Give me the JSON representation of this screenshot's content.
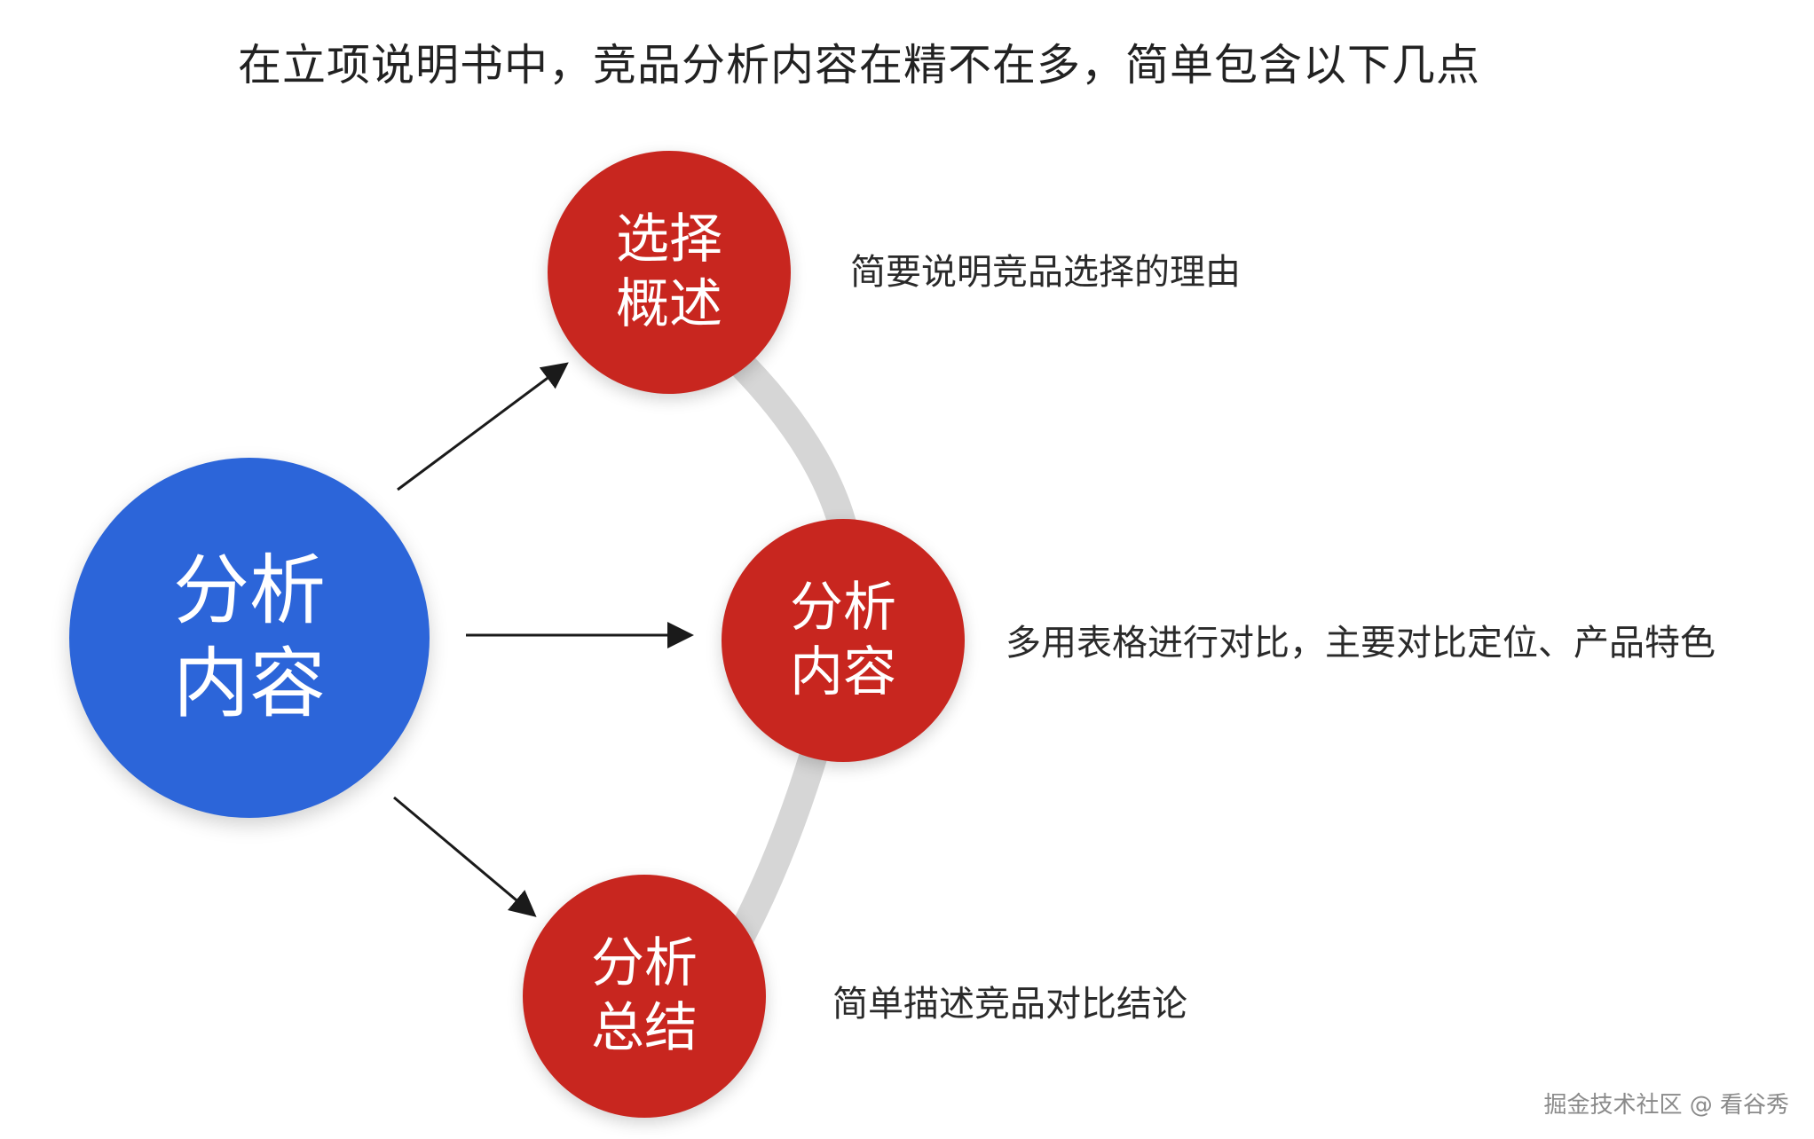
{
  "title": "在立项说明书中，竞品分析内容在精不在多，简单包含以下几点",
  "center_node": {
    "label": "分析内容",
    "color": "#2c65d9"
  },
  "branches": [
    {
      "label": "选择概述",
      "description": "简要说明竞品选择的理由",
      "color": "#c8261f"
    },
    {
      "label": "分析内容",
      "description": "多用表格进行对比，主要对比定位、产品特色",
      "color": "#c8261f"
    },
    {
      "label": "分析总结",
      "description": "简单描述竞品对比结论",
      "color": "#c8261f"
    }
  ],
  "connector_color": "#d6d6d6",
  "arrow_color": "#1a1a1a",
  "watermark": "掘金技术社区 @ 看谷秀"
}
